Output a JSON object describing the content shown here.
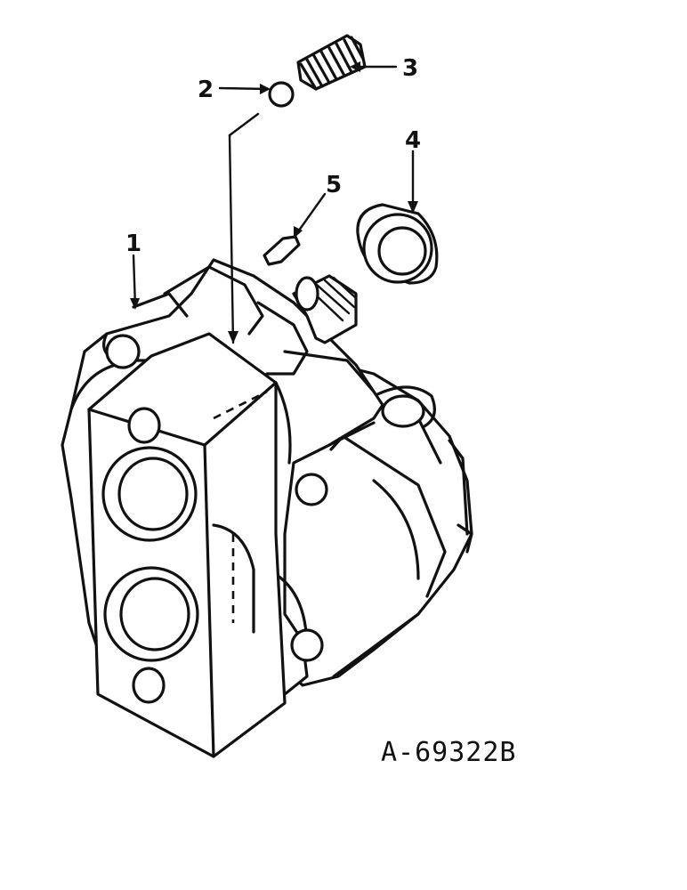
{
  "callouts": [
    {
      "id": "1",
      "label": "1"
    },
    {
      "id": "2",
      "label": "2"
    },
    {
      "id": "3",
      "label": "3"
    },
    {
      "id": "4",
      "label": "4"
    },
    {
      "id": "5",
      "label": "5"
    }
  ],
  "reference_code": "A-69322B"
}
